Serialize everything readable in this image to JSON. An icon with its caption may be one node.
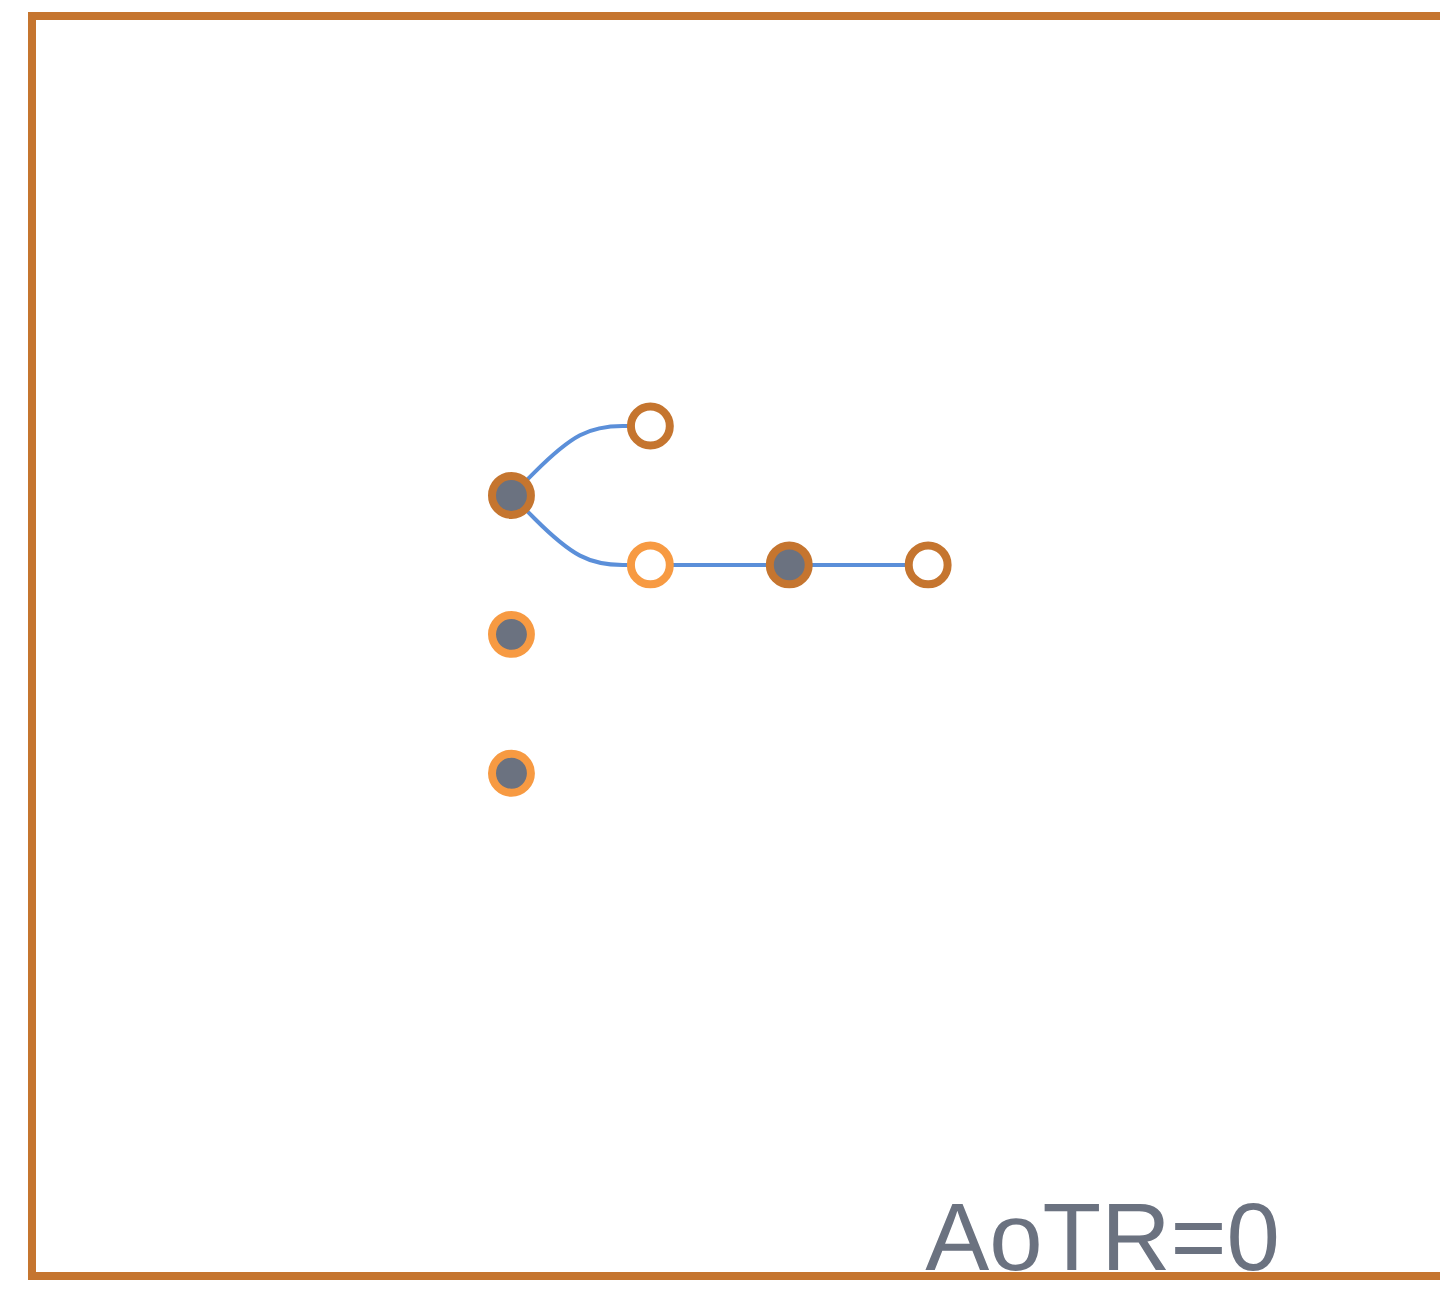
{
  "diagram": {
    "nodes": [
      {
        "text": [],
        "shape": "circle"
      },
      {
        "text": [],
        "shape": "circle"
      },
      {
        "text": [],
        "shape": "circle"
      },
      {
        "text": [],
        "shape": "circle"
      },
      {
        "text": [],
        "shape": "circle"
      },
      {
        "text": [],
        "shape": "circle"
      },
      {
        "text": [],
        "shape": "circle"
      }
    ],
    "edges": [
      {
        "from": 1,
        "to": 0,
        "arrow": "none"
      },
      {
        "from": 1,
        "to": 2,
        "arrow": "none"
      },
      {
        "from": 2,
        "to": 5,
        "arrow": "none"
      },
      {
        "from": 5,
        "to": 6,
        "arrow": "none"
      }
    ],
    "labels": [
      "AoTR=0"
    ]
  }
}
